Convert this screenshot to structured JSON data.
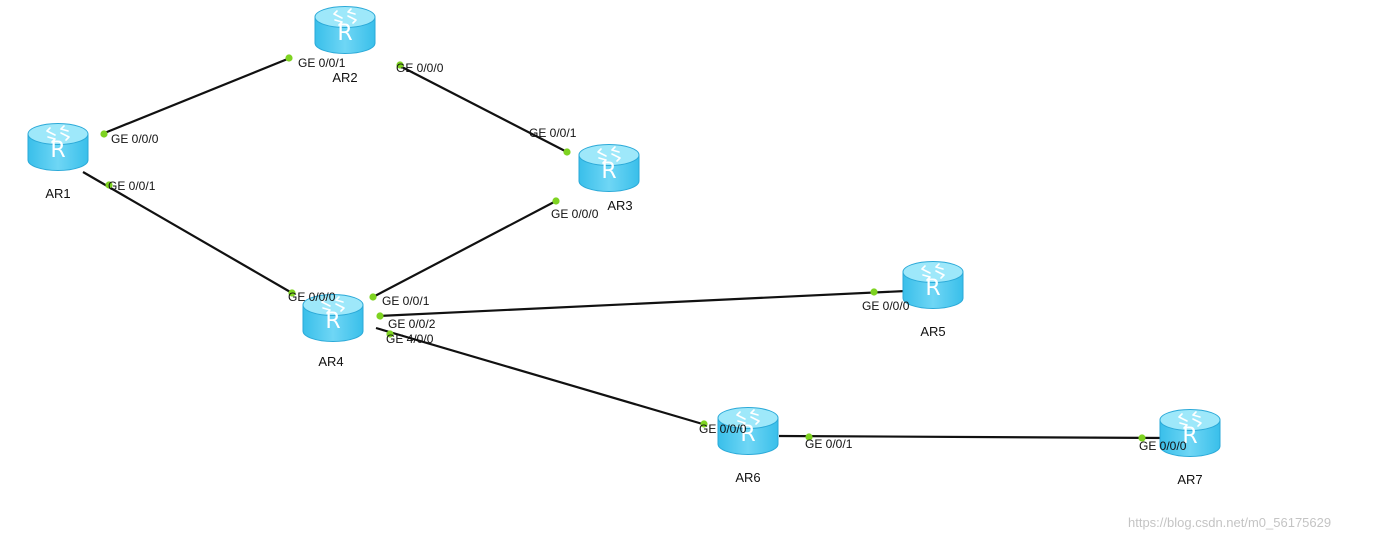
{
  "routers": [
    {
      "id": "AR1",
      "label": "AR1",
      "icon": "router-icon"
    },
    {
      "id": "AR2",
      "label": "AR2",
      "icon": "router-icon"
    },
    {
      "id": "AR3",
      "label": "AR3",
      "icon": "router-icon"
    },
    {
      "id": "AR4",
      "label": "AR4",
      "icon": "router-icon"
    },
    {
      "id": "AR5",
      "label": "AR5",
      "icon": "router-icon"
    },
    {
      "id": "AR6",
      "label": "AR6",
      "icon": "router-icon"
    },
    {
      "id": "AR7",
      "label": "AR7",
      "icon": "router-icon"
    }
  ],
  "router_glyph": "R",
  "links": [
    {
      "from": "AR1",
      "from_port": "GE 0/0/0",
      "to": "AR2",
      "to_port": "GE 0/0/1"
    },
    {
      "from": "AR2",
      "from_port": "GE 0/0/0",
      "to": "AR3",
      "to_port": "GE 0/0/1"
    },
    {
      "from": "AR1",
      "from_port": "GE 0/0/1",
      "to": "AR4",
      "to_port": "GE 0/0/0"
    },
    {
      "from": "AR4",
      "from_port": "GE 0/0/1",
      "to": "AR3",
      "to_port": "GE 0/0/0"
    },
    {
      "from": "AR4",
      "from_port": "GE 0/0/2",
      "to": "AR5",
      "to_port": "GE 0/0/0"
    },
    {
      "from": "AR4",
      "from_port": "GE 4/0/0",
      "to": "AR6",
      "to_port": "GE 0/0/0"
    },
    {
      "from": "AR6",
      "from_port": "GE 0/0/1",
      "to": "AR7",
      "to_port": "GE 0/0/0"
    }
  ],
  "colors": {
    "link": "#111111",
    "port_dot": "#7ed321",
    "router_top": "#9ee8fa",
    "router_body": "#42c6ee",
    "router_edge": "#2aa9d8",
    "router_glyph": "#ffffff"
  },
  "watermark": "https://blog.csdn.net/m0_56175629"
}
